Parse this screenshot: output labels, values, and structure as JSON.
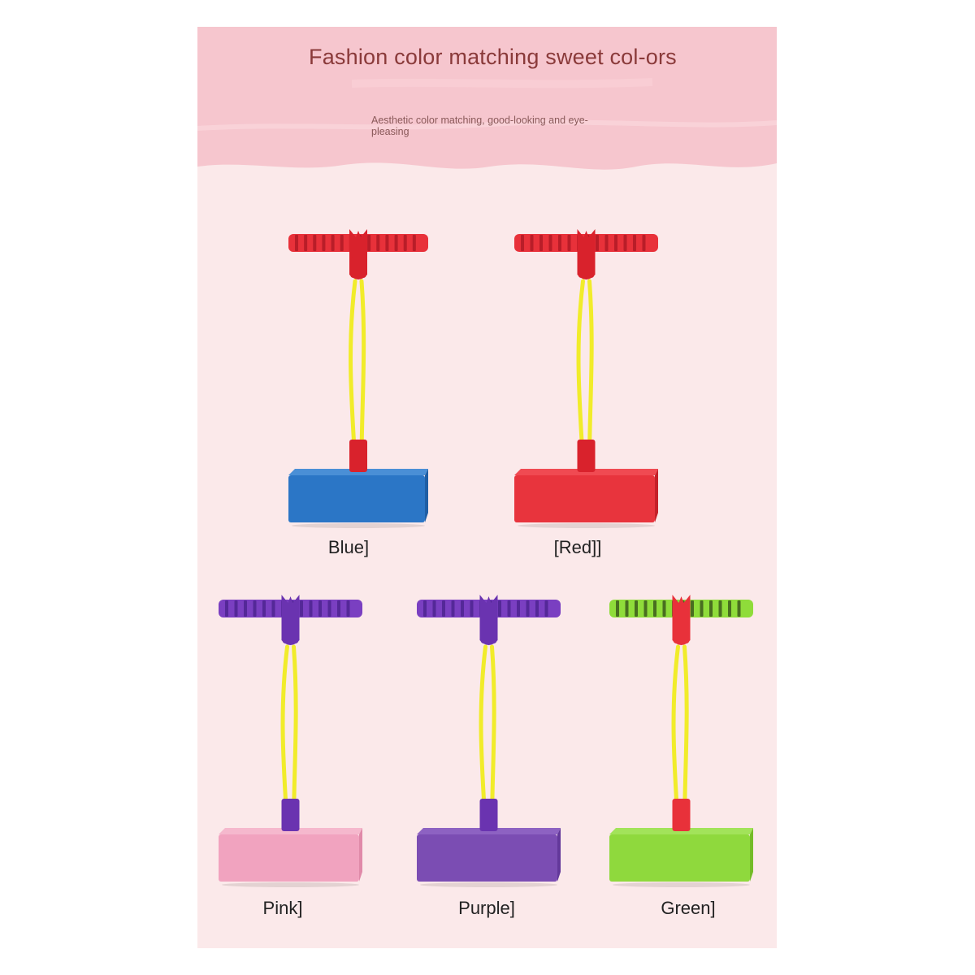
{
  "header": {
    "title": "Fashion color matching sweet col-ors",
    "subtitle": "Aesthetic color matching, good-looking and eye-pleasing"
  },
  "products": [
    {
      "caption": "Blue]",
      "handle_color": "#e8313a",
      "stripe_color": "#b01a26",
      "collar_color": "#d9222c",
      "base_color": "#2b76c6",
      "base_top": "#4a8fd6",
      "base_shade": "#1f5ea4"
    },
    {
      "caption": "[Red]]",
      "handle_color": "#e8313a",
      "stripe_color": "#b01a26",
      "collar_color": "#d9222c",
      "base_color": "#e8343d",
      "base_top": "#f04a52",
      "base_shade": "#c42029"
    },
    {
      "caption": "Pink]",
      "handle_color": "#7a3fc1",
      "stripe_color": "#4e2490",
      "collar_color": "#6a33b0",
      "base_color": "#f1a3bf",
      "base_top": "#f5b8cd",
      "base_shade": "#e08aa9"
    },
    {
      "caption": "Purple]",
      "handle_color": "#7a3fc1",
      "stripe_color": "#4e2490",
      "collar_color": "#6a33b0",
      "base_color": "#7b4db3",
      "base_top": "#8d62c2",
      "base_shade": "#63389a"
    },
    {
      "caption": "Green]",
      "handle_color": "#8fdc3a",
      "stripe_color": "#3d5a1c",
      "collar_color": "#e8313a",
      "base_color": "#8fd93d",
      "base_top": "#a2e35a",
      "base_shade": "#74bc28"
    }
  ],
  "colors": {
    "banner": "#f6c6ce",
    "panel": "#fbe9ea",
    "pole": "#f1ec2a"
  }
}
